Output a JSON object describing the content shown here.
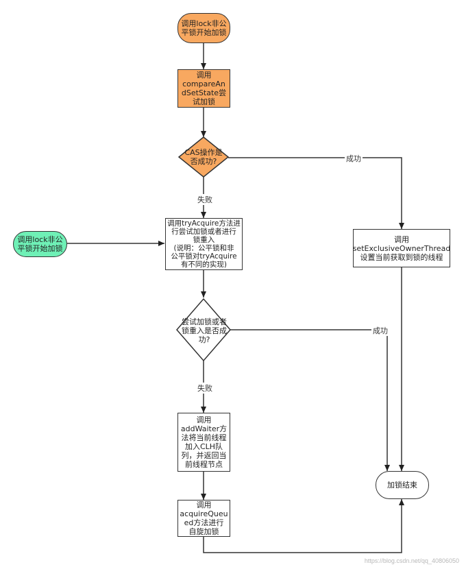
{
  "nodes": {
    "start": "调用lock非公\n平锁开始加锁",
    "cas_call": "调用\ncompareAn\ndSetState尝\n试加锁",
    "cas_check": "CAS操作是\n否成功?",
    "set_owner": "调用\nsetExclusiveOwnerThread\n设置当前获取到锁的线程",
    "fair_start": "调用lock非公\n平锁开始加锁",
    "try_acquire": "调用tryAcquire方法进\n行尝试加锁或者进行\n锁重入\n(说明：公平锁和非\n公平锁对tryAcquire\n有不同的实现)",
    "try_check": "尝试加锁或者\n锁重入是否成\n功?",
    "add_waiter": "调用\naddWaiter方\n法将当前线程\n加入CLH队\n列，并返回当\n前线程节点",
    "acquire_queued": "调用\nacquireQueu\ned方法进行\n自旋加锁",
    "end": "加锁结束"
  },
  "edges": {
    "cas_success": "成功",
    "cas_fail": "失败",
    "try_success": "成功",
    "try_fail": "失败"
  },
  "colors": {
    "orange": "#f8a860",
    "green": "#6ff0b6",
    "stroke": "#333333"
  },
  "watermark": "https://blog.csdn.net/qq_40806050"
}
